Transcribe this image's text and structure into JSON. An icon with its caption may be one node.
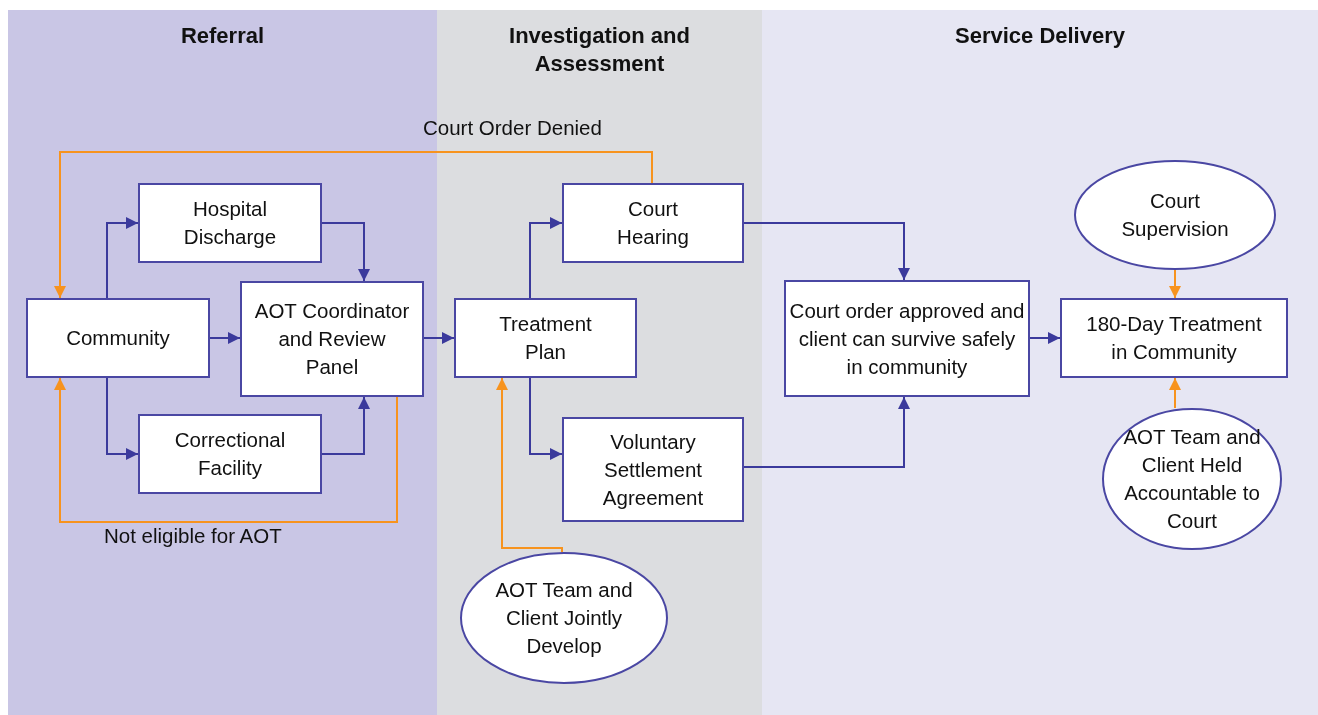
{
  "diagram": {
    "nodes": [
      {
        "text": [
          "Referral"
        ]
      },
      {
        "text": [
          "Hospital Discharge"
        ],
        "in": 0
      },
      {
        "text": [
          "Community"
        ],
        "in": 0
      },
      {
        "text": [
          "AOT Coordinator and Review Panel"
        ],
        "in": 0
      },
      {
        "text": [
          "Correctional Facility"
        ],
        "in": 0
      },
      {
        "text": [
          "Investigation and Assessment"
        ]
      },
      {
        "text": [
          "Court Hearing"
        ],
        "in": 5
      },
      {
        "text": [
          "Treatment Plan"
        ],
        "in": 5
      },
      {
        "text": [
          "Voluntary Settlement Agreement"
        ],
        "in": 5
      },
      {
        "text": [
          "AOT Team and Client Jointly Develop"
        ],
        "in": 5
      },
      {
        "text": [
          "Service Delivery"
        ]
      },
      {
        "text": [
          "Court order approved and client can survive safely in community"
        ],
        "in": 10
      },
      {
        "text": [
          "180-Day Treatment in Community"
        ],
        "in": 10
      },
      {
        "text": [
          "Court Supervision"
        ],
        "in": 10
      },
      {
        "text": [
          "AOT Team and Client Held Accountable to Court"
        ],
        "in": 10
      }
    ],
    "edges": [
      {
        "from": 2,
        "to": 1,
        "arrow": "to"
      },
      {
        "from": 2,
        "to": 4,
        "arrow": "to"
      },
      {
        "from": 2,
        "to": 3,
        "arrow": "to"
      },
      {
        "from": 1,
        "to": 3,
        "arrow": "to"
      },
      {
        "from": 4,
        "to": 3,
        "arrow": "to"
      },
      {
        "from": 3,
        "to": 7,
        "arrow": "to"
      },
      {
        "from": 7,
        "to": 6,
        "arrow": "to"
      },
      {
        "from": 7,
        "to": 8,
        "arrow": "to"
      },
      {
        "from": 6,
        "to": 11,
        "arrow": "to"
      },
      {
        "from": 8,
        "to": 11,
        "arrow": "to"
      },
      {
        "from": 11,
        "to": 12,
        "arrow": "to"
      },
      {
        "from": 13,
        "to": 12,
        "arrow": "to",
        "color": "#f7931e"
      },
      {
        "from": 14,
        "to": 12,
        "arrow": "to",
        "color": "#f7931e"
      },
      {
        "from": 9,
        "to": 7,
        "arrow": "to",
        "color": "#f7931e"
      },
      {
        "from": 6,
        "to": 2,
        "arrow": "to",
        "label": "Court Order Denied",
        "color": "#f7931e"
      },
      {
        "from": 3,
        "to": 2,
        "arrow": "to",
        "label": "Not eligible for AOT",
        "color": "#f7931e"
      }
    ]
  }
}
